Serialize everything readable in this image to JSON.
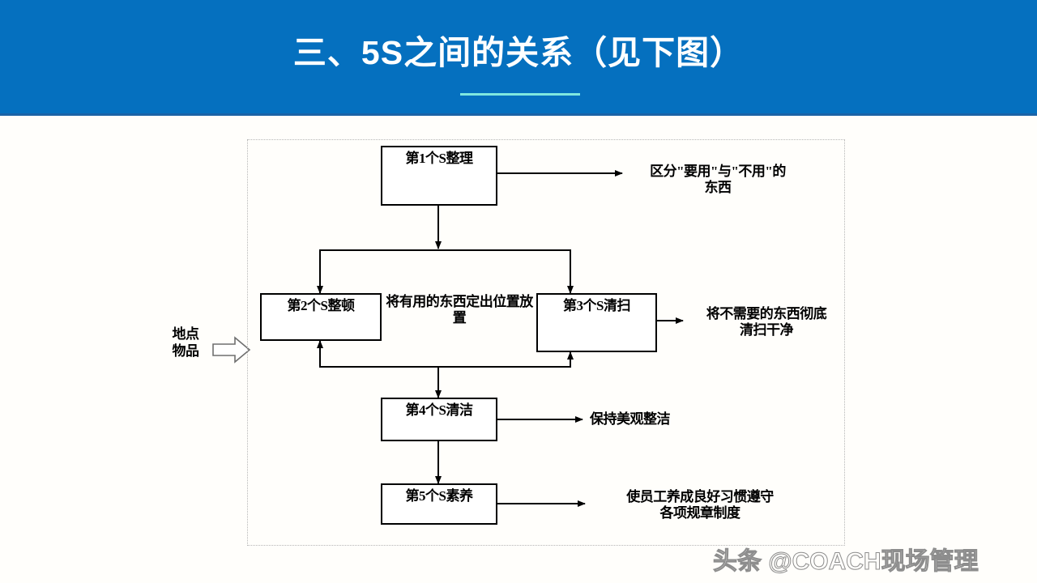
{
  "header": {
    "title": "三、5S之间的关系（见下图）",
    "background_color": "#0570bf",
    "underline_color": "#7fe8e0"
  },
  "diagram": {
    "entry": {
      "label_line1": "地点",
      "label_line2": "物品",
      "arrow_icon": "block-arrow-right-icon"
    },
    "center_note": "将有用的东西定出位置放置",
    "nodes": [
      {
        "id": "s1",
        "label": "第1个S整理"
      },
      {
        "id": "s2",
        "label": "第2个S整顿"
      },
      {
        "id": "s3",
        "label": "第3个S清扫"
      },
      {
        "id": "s4",
        "label": "第4个S清洁"
      },
      {
        "id": "s5",
        "label": "第5个S素养"
      }
    ],
    "notes": [
      {
        "id": "note1",
        "line1": "区分\"要用\"与\"不用\"的",
        "line2": "东西"
      },
      {
        "id": "note3",
        "line1": "将不需要的东西彻底",
        "line2": "清扫干净"
      },
      {
        "id": "note4",
        "line1": "保持美观整洁",
        "line2": ""
      },
      {
        "id": "note5",
        "line1": "使员工养成良好习惯遵守",
        "line2": "各项规章制度"
      }
    ]
  },
  "watermark": {
    "text": "头条 @COACH现场管理"
  }
}
